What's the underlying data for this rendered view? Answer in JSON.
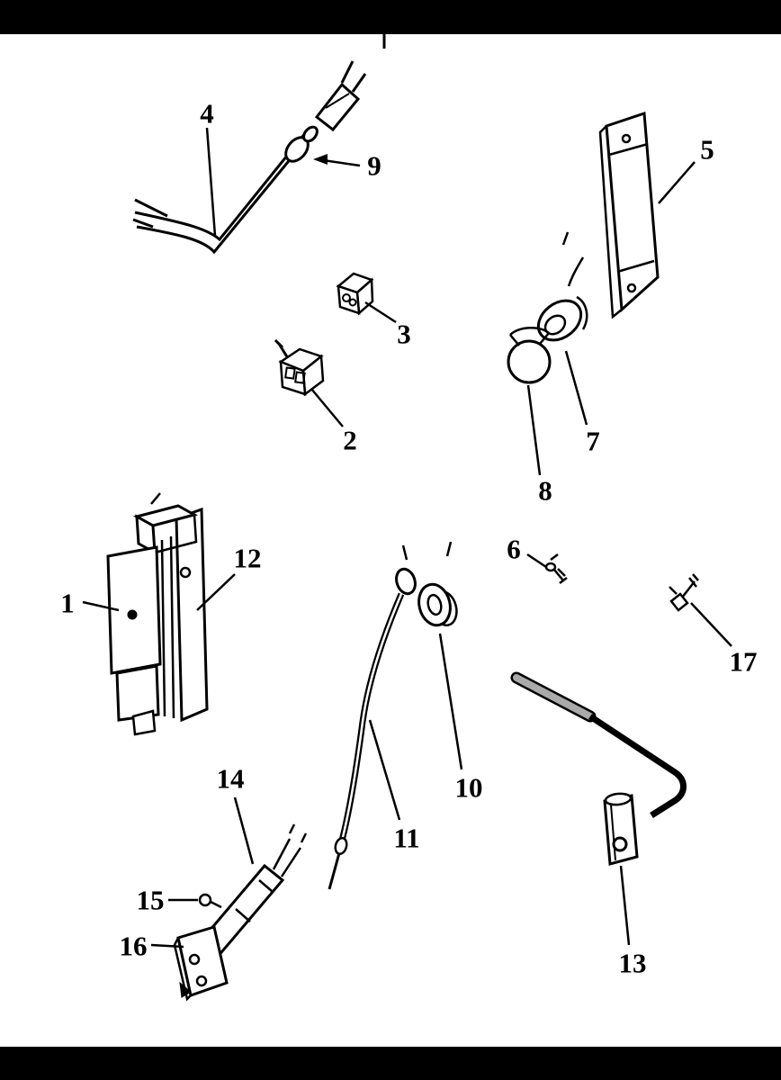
{
  "figure": {
    "kind": "exploded-parts-diagram",
    "background_color": "#ffffff",
    "line_color": "#000000",
    "letterbox_color": "#000000"
  },
  "labels": [
    {
      "number": "1"
    },
    {
      "number": "2"
    },
    {
      "number": "3"
    },
    {
      "number": "4"
    },
    {
      "number": "5"
    },
    {
      "number": "6"
    },
    {
      "number": "7"
    },
    {
      "number": "8"
    },
    {
      "number": "9"
    },
    {
      "number": "10"
    },
    {
      "number": "11"
    },
    {
      "number": "12"
    },
    {
      "number": "13"
    },
    {
      "number": "14"
    },
    {
      "number": "15"
    },
    {
      "number": "16"
    },
    {
      "number": "17"
    }
  ]
}
